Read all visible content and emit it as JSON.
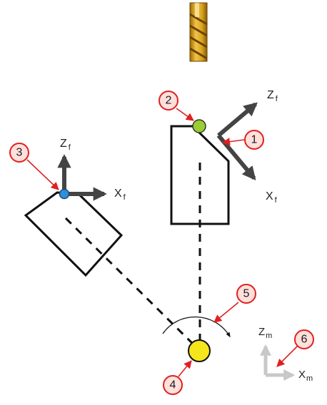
{
  "colors": {
    "outline": "#111111",
    "axis_dark": "#444444",
    "axis_light": "#c8c8c8",
    "callout_stroke": "#e02020",
    "callout_fill": "#ffe0dc",
    "green_point": "#9acd32",
    "blue_point": "#2f8fd8",
    "yellow_point": "#f5e51b",
    "tool_gold": "#d9a520"
  },
  "icons": {
    "cutter": "milling-cutter-icon",
    "pivot": "rotation-arrow-icon"
  },
  "labels": {
    "frame_rotated": {
      "x_main": "X",
      "x_sub": "f",
      "z_main": "Z",
      "z_sub": "f"
    },
    "frame_upright": {
      "x_main": "X",
      "x_sub": "f",
      "z_main": "Z",
      "z_sub": "f"
    },
    "frame_machine": {
      "x_main": "X",
      "x_sub": "m",
      "z_main": "Z",
      "z_sub": "m"
    }
  },
  "callouts": [
    {
      "id": "1",
      "label": "1"
    },
    {
      "id": "2",
      "label": "2"
    },
    {
      "id": "3",
      "label": "3"
    },
    {
      "id": "4",
      "label": "4"
    },
    {
      "id": "5",
      "label": "5"
    },
    {
      "id": "6",
      "label": "6"
    }
  ]
}
